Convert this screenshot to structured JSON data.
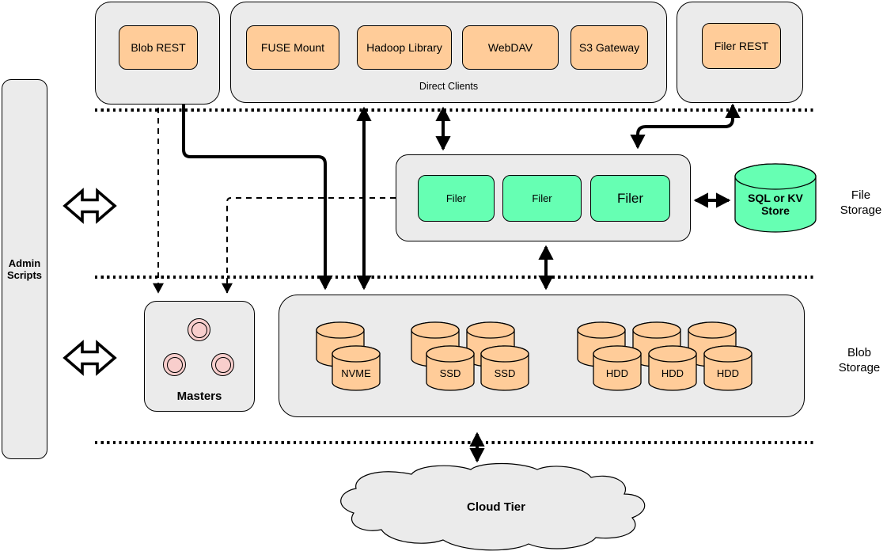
{
  "colors": {
    "orange": "#ffcc99",
    "mint": "#66ffb3",
    "pink": "#f8cecc",
    "panel": "#ebebeb"
  },
  "admin": {
    "label": "Admin Scripts"
  },
  "top": {
    "blob_rest": "Blob REST",
    "direct_clients": {
      "label": "Direct Clients",
      "items": [
        "FUSE Mount",
        "Hadoop Library",
        "WebDAV",
        "S3 Gateway"
      ]
    },
    "filer_rest": "Filer REST"
  },
  "file_storage": {
    "filers": [
      "Filer",
      "Filer",
      "Filer"
    ],
    "store": "SQL or KV Store",
    "section_label": "File Storage"
  },
  "blob_storage": {
    "masters": "Masters",
    "volumes": [
      "NVME",
      "SSD",
      "SSD",
      "HDD",
      "HDD",
      "HDD"
    ],
    "section_label": "Blob Storage"
  },
  "cloud": {
    "label": "Cloud Tier"
  }
}
